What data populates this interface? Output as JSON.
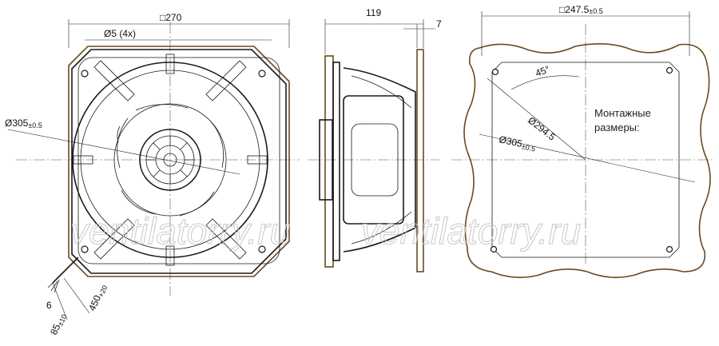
{
  "front_view": {
    "square_size": "□270",
    "holes": "Ø5 (4x)",
    "diameter_main": "Ø305",
    "diameter_main_tol": "±0.5",
    "cable_dim_6": "6",
    "cable_dim_85": "85",
    "cable_dim_85_tol": "±10",
    "cable_dim_450": "450",
    "cable_dim_450_tol": "+20"
  },
  "side_view": {
    "depth": "119",
    "flange": "7"
  },
  "mount_view": {
    "square_size": "□247.5",
    "square_size_tol": "±0.5",
    "angle": "45°",
    "bolt_circle": "Ø294.5",
    "diameter": "Ø305",
    "diameter_tol": "±0.5",
    "caption_line1": "Монтажные",
    "caption_line2": "размеры:"
  },
  "watermark": {
    "text_left": "ventilatorry.ru",
    "text_right": "ventilatorry.ru"
  },
  "colors": {
    "line": "#1a1a1a",
    "brown": "#6b4a1e",
    "watermark": "#c9c9c9"
  }
}
